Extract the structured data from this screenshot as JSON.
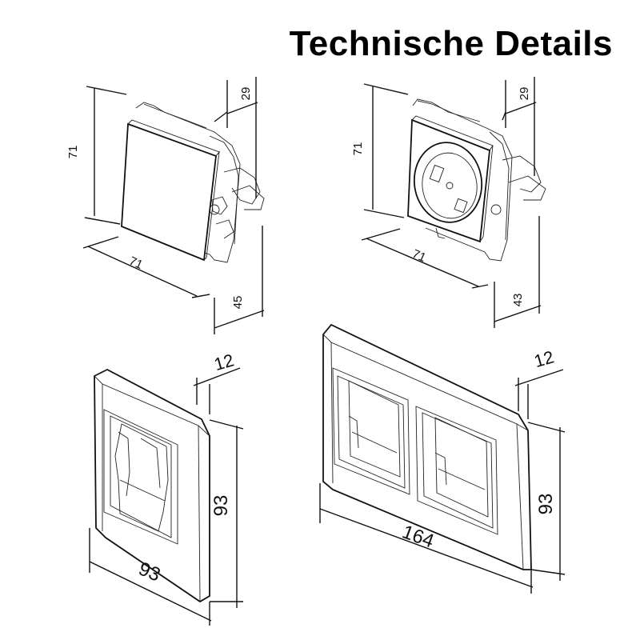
{
  "title": "Technische Details",
  "drawings": {
    "switch": {
      "height": "71",
      "width": "71",
      "depth_top": "29",
      "depth_bottom": "45"
    },
    "socket": {
      "height": "71",
      "width": "71",
      "depth_top": "29",
      "depth_bottom": "43"
    },
    "frame_single": {
      "depth": "12",
      "height": "93",
      "width": "93"
    },
    "frame_double": {
      "depth": "12",
      "height": "93",
      "width": "164"
    }
  }
}
